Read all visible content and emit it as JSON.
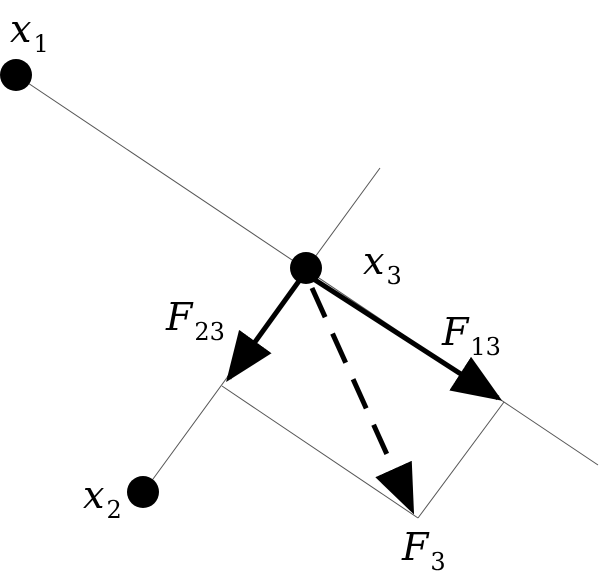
{
  "points": {
    "x1": {
      "name": "x",
      "sub": "1"
    },
    "x2": {
      "name": "x",
      "sub": "2"
    },
    "x3": {
      "name": "x",
      "sub": "3"
    }
  },
  "forces": {
    "F23": {
      "name": "F",
      "sub": "23"
    },
    "F13": {
      "name": "F",
      "sub": "13"
    },
    "F3": {
      "name": "F",
      "sub": "3"
    }
  },
  "colors": {
    "ink": "#000000",
    "guide": "#555555"
  }
}
